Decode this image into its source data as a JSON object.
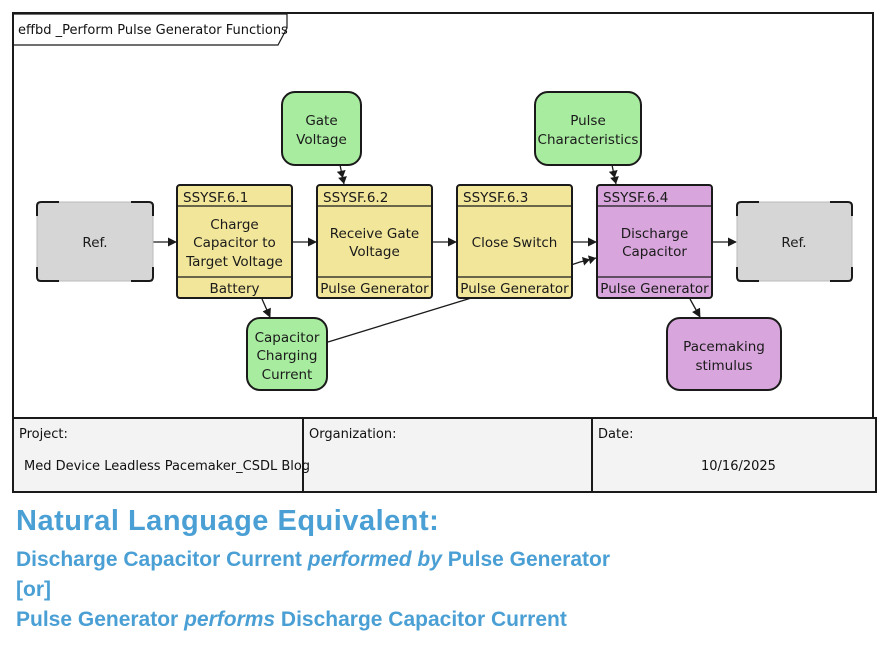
{
  "diagram": {
    "title": "effbd _Perform Pulse Generator Functions",
    "colors": {
      "function_fill": "#f2e69a",
      "function_fill_alt": "#d8a6dc",
      "item_fill": "#a8eca0",
      "item_fill_alt": "#d8a6dc",
      "ref_fill": "#d6d6d6",
      "stroke": "#1a1a1a"
    },
    "refs": [
      {
        "id": "ref-left",
        "label": "Ref."
      },
      {
        "id": "ref-right",
        "label": "Ref."
      }
    ],
    "functions": [
      {
        "id": "f1",
        "number": "SSYSF.6.1",
        "name_lines": [
          "Charge",
          "Capacitor to",
          "Target Voltage"
        ],
        "performer": "Battery",
        "highlight": false
      },
      {
        "id": "f2",
        "number": "SSYSF.6.2",
        "name_lines": [
          "Receive Gate",
          "Voltage"
        ],
        "performer": "Pulse Generator",
        "highlight": false
      },
      {
        "id": "f3",
        "number": "SSYSF.6.3",
        "name_lines": [
          "Close Switch"
        ],
        "performer": "Pulse Generator",
        "highlight": false
      },
      {
        "id": "f4",
        "number": "SSYSF.6.4",
        "name_lines": [
          "Discharge",
          "Capacitor"
        ],
        "performer": "Pulse Generator",
        "highlight": true
      }
    ],
    "items": [
      {
        "id": "gate-voltage",
        "lines": [
          "Gate",
          "Voltage"
        ],
        "highlight": false
      },
      {
        "id": "pulse-characteristics",
        "lines": [
          "Pulse",
          "Characteristics"
        ],
        "highlight": false
      },
      {
        "id": "capacitor-charging-current",
        "lines": [
          "Capacitor",
          "Charging",
          "Current"
        ],
        "highlight": false
      },
      {
        "id": "pacemaking-stimulus",
        "lines": [
          "Pacemaking",
          "stimulus"
        ],
        "highlight": true
      }
    ],
    "flows": [
      {
        "from": "ref-left",
        "to": "f1",
        "type": "control"
      },
      {
        "from": "f1",
        "to": "f2",
        "type": "control"
      },
      {
        "from": "f2",
        "to": "f3",
        "type": "control"
      },
      {
        "from": "f3",
        "to": "f4",
        "type": "control"
      },
      {
        "from": "f4",
        "to": "ref-right",
        "type": "control"
      },
      {
        "from": "gate-voltage",
        "to": "f2",
        "type": "trigger"
      },
      {
        "from": "pulse-characteristics",
        "to": "f4",
        "type": "trigger"
      },
      {
        "from": "f1",
        "to": "capacitor-charging-current",
        "type": "output"
      },
      {
        "from": "capacitor-charging-current",
        "to": "f4",
        "type": "trigger"
      },
      {
        "from": "f4",
        "to": "pacemaking-stimulus",
        "type": "output"
      }
    ]
  },
  "footer": {
    "project_label": "Project:",
    "project_value": "Med Device Leadless Pacemaker_CSDL Blog",
    "organization_label": "Organization:",
    "organization_value": "",
    "date_label": "Date:",
    "date_value": "10/16/2025"
  },
  "natural_language": {
    "title": "Natural Language Equivalent:",
    "line1": {
      "a": "Discharge Capacitor Current ",
      "b": "performed by",
      "c": " Pulse Generator"
    },
    "or": "[or]",
    "line2": {
      "a": "Pulse Generator ",
      "b": "performs",
      "c": " Discharge Capacitor Current"
    },
    "color": "#4a9fd4"
  }
}
